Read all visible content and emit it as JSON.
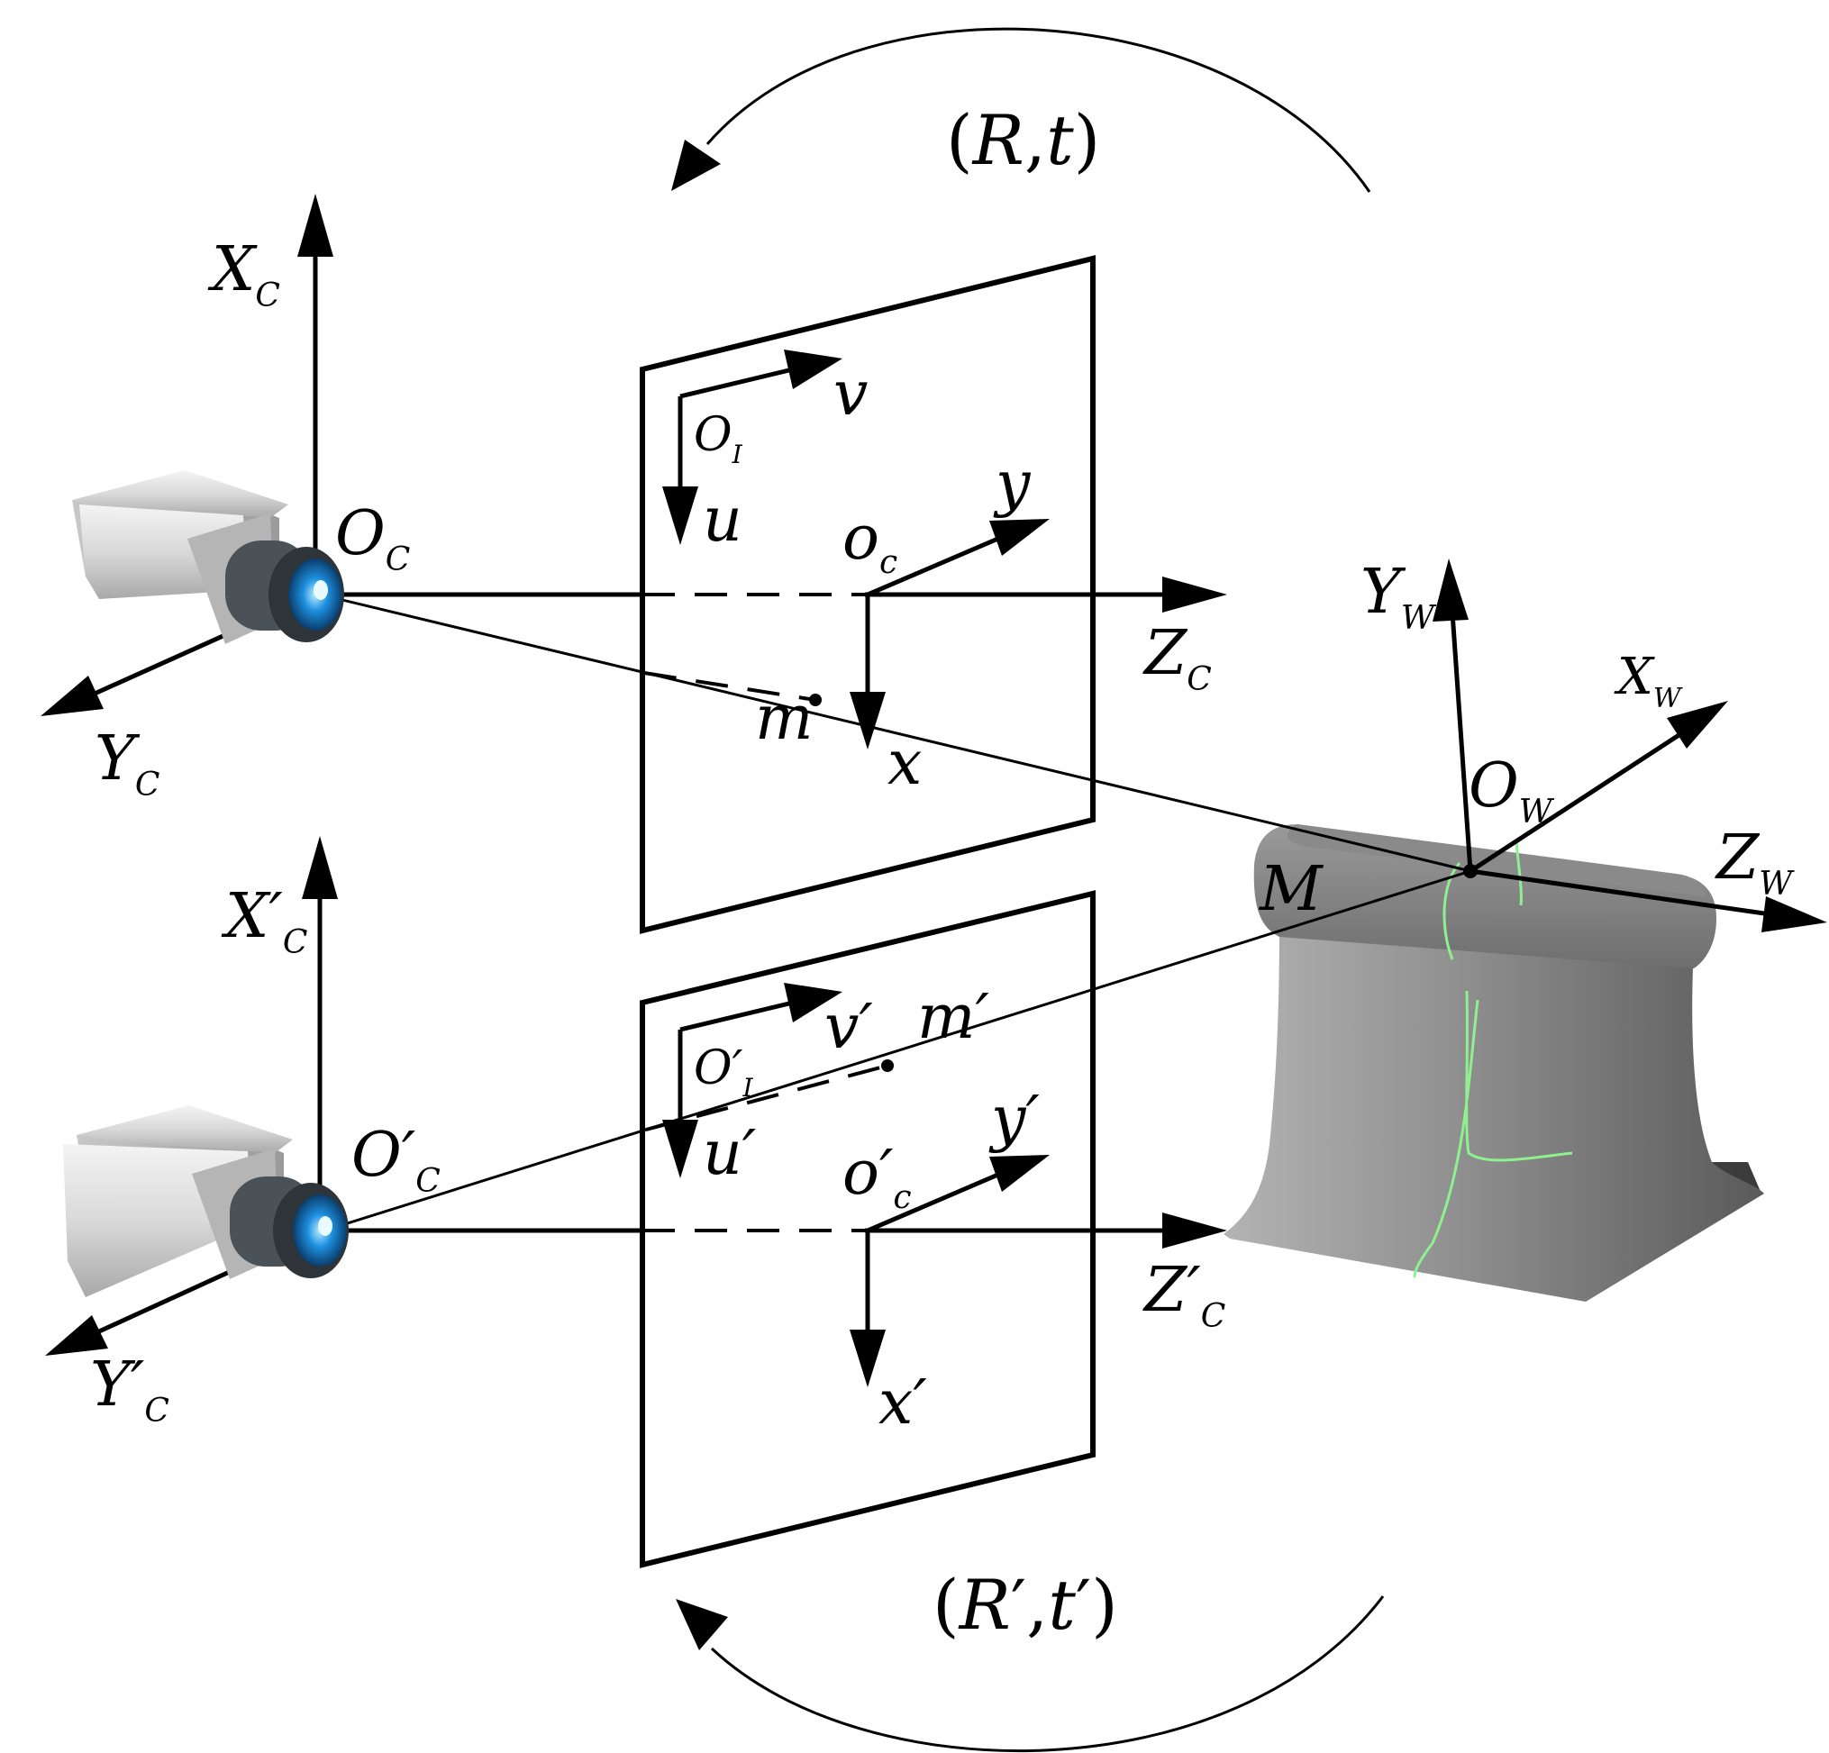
{
  "transforms": {
    "upper": {
      "open": "(",
      "R": "R",
      "comma": ",",
      "t": "t",
      "close": ")"
    },
    "lower": {
      "open": "(",
      "R": "R",
      "Rprime": "′",
      "comma": ",",
      "t": "t",
      "tprime": "′",
      "close": ")"
    }
  },
  "camera1": {
    "xc": "X",
    "xc_sub": "C",
    "yc": "Y",
    "yc_sub": "C",
    "zc": "Z",
    "zc_sub": "C",
    "oc": "O",
    "oc_sub": "C",
    "oi": "O",
    "oi_sub": "I",
    "u": "u",
    "v": "v",
    "principal": "o",
    "principal_sub": "c",
    "x": "x",
    "y": "y",
    "m": "m"
  },
  "camera2": {
    "xc": "X′",
    "xc_sub": "C",
    "yc": "Y′",
    "yc_sub": "C",
    "zc": "Z′",
    "zc_sub": "C",
    "oc": "O′",
    "oc_sub": "C",
    "oi": "O′",
    "oi_sub": "I",
    "u": "u′",
    "v": "v′",
    "principal": "o′",
    "principal_sub": "c",
    "x": "x′",
    "y": "y′",
    "m": "m′"
  },
  "world": {
    "xw": "X",
    "xw_sub": "W",
    "yw": "Y",
    "yw_sub": "W",
    "zw": "Z",
    "zw_sub": "W",
    "ow": "O",
    "ow_sub": "W",
    "M": "M"
  }
}
